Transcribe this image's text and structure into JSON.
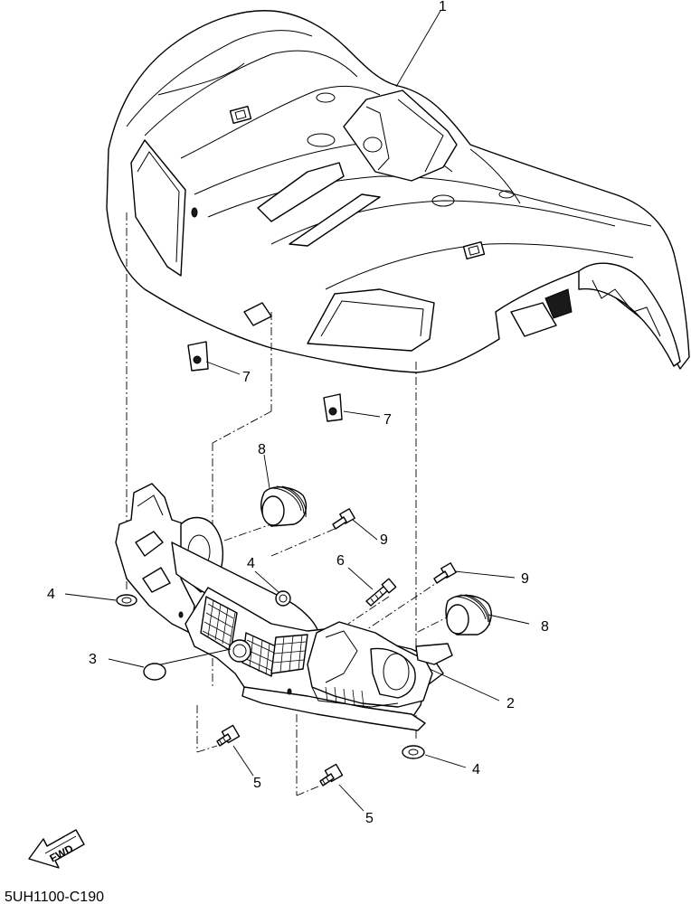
{
  "diagram_code": "5UH1100-C190",
  "fwd_label": "FWD",
  "callouts": [
    {
      "id": "c1",
      "text": "1"
    },
    {
      "id": "c2",
      "text": "2"
    },
    {
      "id": "c3",
      "text": "3"
    },
    {
      "id": "c4a",
      "text": "4"
    },
    {
      "id": "c4b",
      "text": "4"
    },
    {
      "id": "c4c",
      "text": "4"
    },
    {
      "id": "c5a",
      "text": "5"
    },
    {
      "id": "c5b",
      "text": "5"
    },
    {
      "id": "c6",
      "text": "6"
    },
    {
      "id": "c7a",
      "text": "7"
    },
    {
      "id": "c7b",
      "text": "7"
    },
    {
      "id": "c8a",
      "text": "8"
    },
    {
      "id": "c8b",
      "text": "8"
    },
    {
      "id": "c9a",
      "text": "9"
    },
    {
      "id": "c9b",
      "text": "9"
    }
  ]
}
